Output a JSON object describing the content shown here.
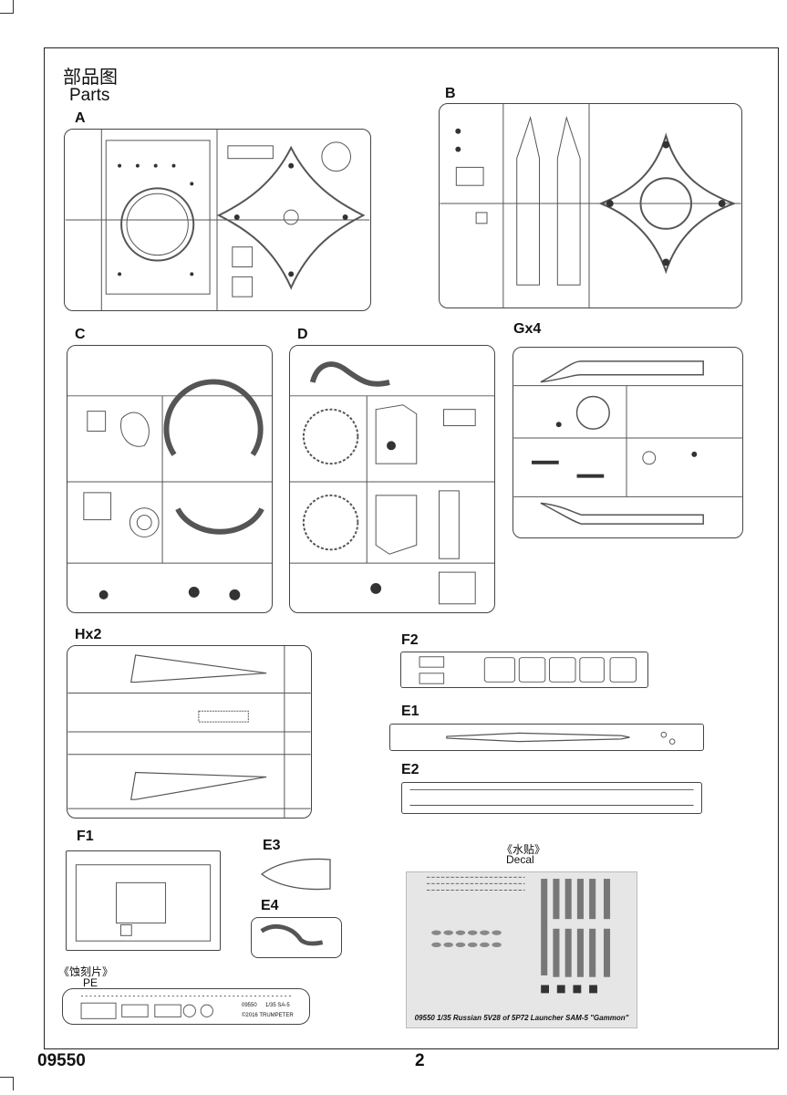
{
  "header": {
    "title_cn": "部品图",
    "title_en": "Parts"
  },
  "sprues": {
    "A": "A",
    "B": "B",
    "C": "C",
    "D": "D",
    "G": "Gx4",
    "H": "Hx2",
    "F2": "F2",
    "E1": "E1",
    "E2": "E2",
    "F1": "F1",
    "E3": "E3",
    "E4": "E4"
  },
  "pe": {
    "label_cn": "《蚀刻片》",
    "label_en": "PE",
    "code": "09550",
    "scale": "1/35 SA-5",
    "brand": "©2016 TRUMPETER"
  },
  "decal": {
    "label_cn": "《水贴》",
    "label_en": "Decal",
    "caption": "09550 1/35 Russian 5V28 of 5P72 Launcher SAM-5 \"Gammon\""
  },
  "footer": {
    "code": "09550",
    "page": "2"
  }
}
